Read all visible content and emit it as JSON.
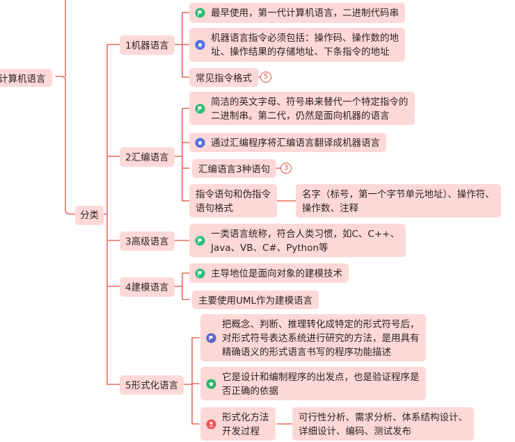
{
  "colors": {
    "line": "#e86a5c",
    "node_fill": "#fcd9d7",
    "flag_green": "#2ebd74",
    "star_blue": "#4b6fe2",
    "flag_purple": "#5b5fc7",
    "star_green": "#28b36a",
    "person_red": "#ee5757"
  },
  "root": {
    "label": "计算机语言"
  },
  "branch": {
    "label": "分类"
  },
  "categories": {
    "machine": {
      "label": "1机器语言",
      "items": [
        {
          "icon": "green-flag-icon",
          "lines": [
            "最早使用，第一代计算机语言，二进制代码串"
          ]
        },
        {
          "icon": "blue-star-icon",
          "lines": [
            "机器语言指令必须包括：操作码、操作数的地",
            "址、操作结果的存储地址、下条指令的地址"
          ]
        },
        {
          "lines": [
            "常见指令格式"
          ],
          "badge": "5"
        }
      ]
    },
    "assembly": {
      "label": "2汇编语言",
      "items": [
        {
          "icon": "green-flag-icon",
          "lines": [
            "简洁的英文字母、符号串来替代一个特定指令的",
            "二进制串。第二代，仍然是面向机器的语言"
          ]
        },
        {
          "icon": "blue-star-icon",
          "lines": [
            "通过汇编程序将汇编语言翻译成机器语言"
          ]
        },
        {
          "lines": [
            "汇编语言3种语句"
          ],
          "badge": "3"
        },
        {
          "lines": [
            "指令语句和伪指令",
            "语句格式"
          ],
          "child": [
            "名字（标号，第一个字节单元地址）、操作符、",
            "操作数、注释"
          ]
        }
      ]
    },
    "high": {
      "label": "3高级语言",
      "items": [
        {
          "icon": "green-flag-icon",
          "lines": [
            "一类语言统称，符合人类习惯，如C、C++、",
            "Java、VB、C#、Python等"
          ]
        }
      ]
    },
    "modeling": {
      "label": "4建模语言",
      "items": [
        {
          "icon": "green-flag-icon",
          "lines": [
            "主导地位是面向对象的建模技术"
          ]
        },
        {
          "lines": [
            "主要使用UML作为建模语言"
          ]
        }
      ]
    },
    "formal": {
      "label": "5形式化语言",
      "items": [
        {
          "icon": "purple-flag-icon",
          "lines": [
            "把概念、判断、推理转化成特定的形式符号后，",
            "对形式符号表达系统进行研究的方法，是用具有",
            "精确语义的形式语言书写的程序功能描述"
          ]
        },
        {
          "icon": "green-star-icon",
          "lines": [
            "它是设计和编制程序的出发点，也是验证程序是",
            "否正确的依据"
          ]
        },
        {
          "icon": "red-person-icon",
          "lines": [
            "形式化方法",
            "开发过程"
          ],
          "child": [
            "可行性分析、需求分析、体系结构设计、",
            "详细设计、编码、测试发布"
          ]
        }
      ]
    }
  }
}
